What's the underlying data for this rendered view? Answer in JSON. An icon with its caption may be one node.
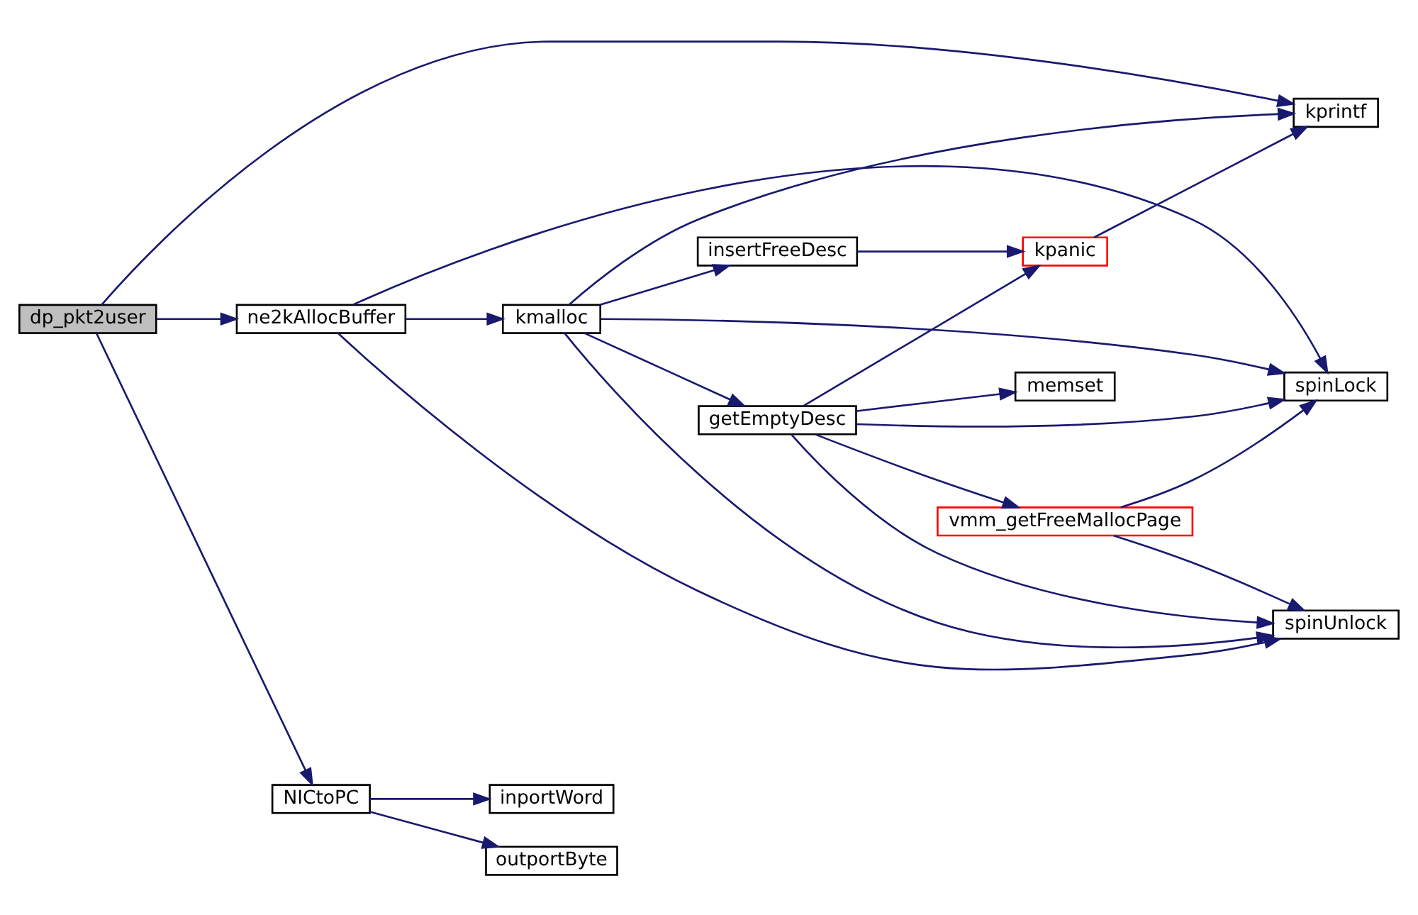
{
  "diagram": {
    "nodes": [
      {
        "text": [
          "dp_pkt2user"
        ]
      },
      {
        "text": [
          "ne2kAllocBuffer"
        ]
      },
      {
        "text": [
          "NICtoPC"
        ]
      },
      {
        "text": [
          "kmalloc"
        ]
      },
      {
        "text": [
          "inportWord"
        ]
      },
      {
        "text": [
          "outportByte"
        ]
      },
      {
        "text": [
          "getEmptyDesc"
        ]
      },
      {
        "text": [
          "insertFreeDesc"
        ]
      },
      {
        "text": [
          "vmm_getFreeMallocPage"
        ]
      },
      {
        "text": [
          "memset"
        ]
      },
      {
        "text": [
          "kpanic"
        ]
      },
      {
        "text": [
          "spinLock"
        ]
      },
      {
        "text": [
          "spinUnlock"
        ]
      },
      {
        "text": [
          "kprintf"
        ]
      }
    ],
    "edges": [
      {
        "from": 0,
        "to": 1,
        "arrow": "to"
      },
      {
        "from": 0,
        "to": 13,
        "arrow": "to"
      },
      {
        "from": 0,
        "to": 2,
        "arrow": "to"
      },
      {
        "from": 1,
        "to": 11,
        "arrow": "to"
      },
      {
        "from": 1,
        "to": 3,
        "arrow": "to"
      },
      {
        "from": 1,
        "to": 12,
        "arrow": "to"
      },
      {
        "from": 3,
        "to": 11,
        "arrow": "to"
      },
      {
        "from": 3,
        "to": 6,
        "arrow": "to"
      },
      {
        "from": 3,
        "to": 12,
        "arrow": "to"
      },
      {
        "from": 3,
        "to": 7,
        "arrow": "to"
      },
      {
        "from": 3,
        "to": 13,
        "arrow": "to"
      },
      {
        "from": 6,
        "to": 11,
        "arrow": "to"
      },
      {
        "from": 6,
        "to": 8,
        "arrow": "to"
      },
      {
        "from": 6,
        "to": 9,
        "arrow": "to"
      },
      {
        "from": 6,
        "to": 12,
        "arrow": "to"
      },
      {
        "from": 6,
        "to": 10,
        "arrow": "to"
      },
      {
        "from": 7,
        "to": 10,
        "arrow": "to"
      },
      {
        "from": 8,
        "to": 11,
        "arrow": "to"
      },
      {
        "from": 8,
        "to": 12,
        "arrow": "to"
      },
      {
        "from": 10,
        "to": 13,
        "arrow": "to"
      },
      {
        "from": 2,
        "to": 4,
        "arrow": "to"
      },
      {
        "from": 2,
        "to": 5,
        "arrow": "to"
      }
    ]
  }
}
